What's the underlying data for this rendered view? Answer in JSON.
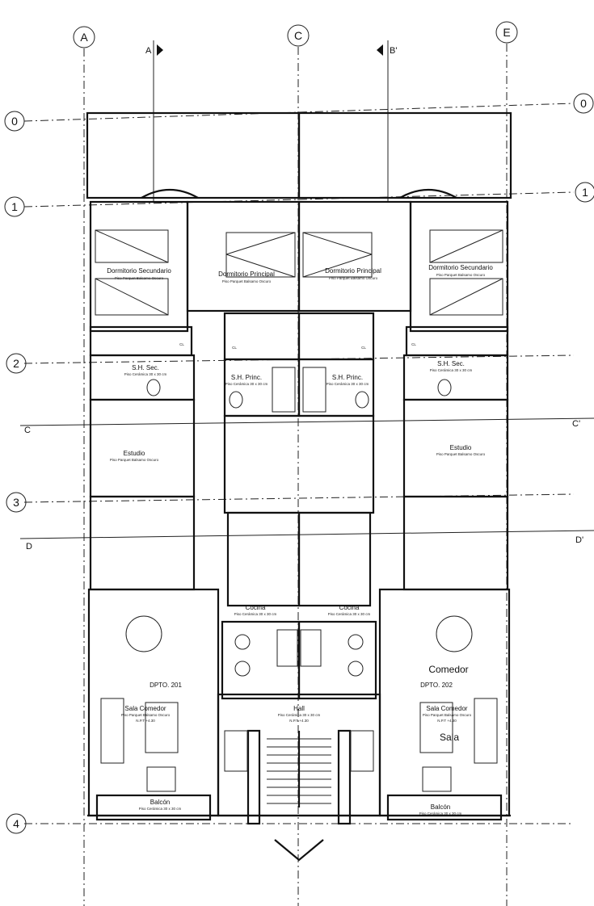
{
  "plan": {
    "axes_columns": [
      "A",
      "C",
      "E"
    ],
    "axes_rows": [
      "0",
      "1",
      "2",
      "3",
      "4"
    ],
    "sections": {
      "a": "A",
      "b": "B'",
      "c": "C",
      "c2": "C'",
      "d": "D",
      "d2": "D'"
    },
    "units": [
      "DPTO. 201",
      "DPTO. 202"
    ],
    "rooms": {
      "dorm_sec": "Dormitorio Secundario",
      "dorm_princ": "Dormitorio Principal",
      "floor_parquet": "Piso Parquet Balsamo Oscuro",
      "floor_ceramic": "Piso Cerámica 30 x 30 cm",
      "sh_sec": "S.H. Sec.",
      "sh_princ": "S.H. Princ.",
      "estudio": "Estudio",
      "cocina": "Cocina",
      "sala_comedor": "Sala Comedor",
      "npt": "N.P.T +4.30",
      "hall": "Hall",
      "balcon": "Balcón",
      "comedor": "Comedor",
      "sala": "Sala",
      "closet": "CL"
    }
  }
}
